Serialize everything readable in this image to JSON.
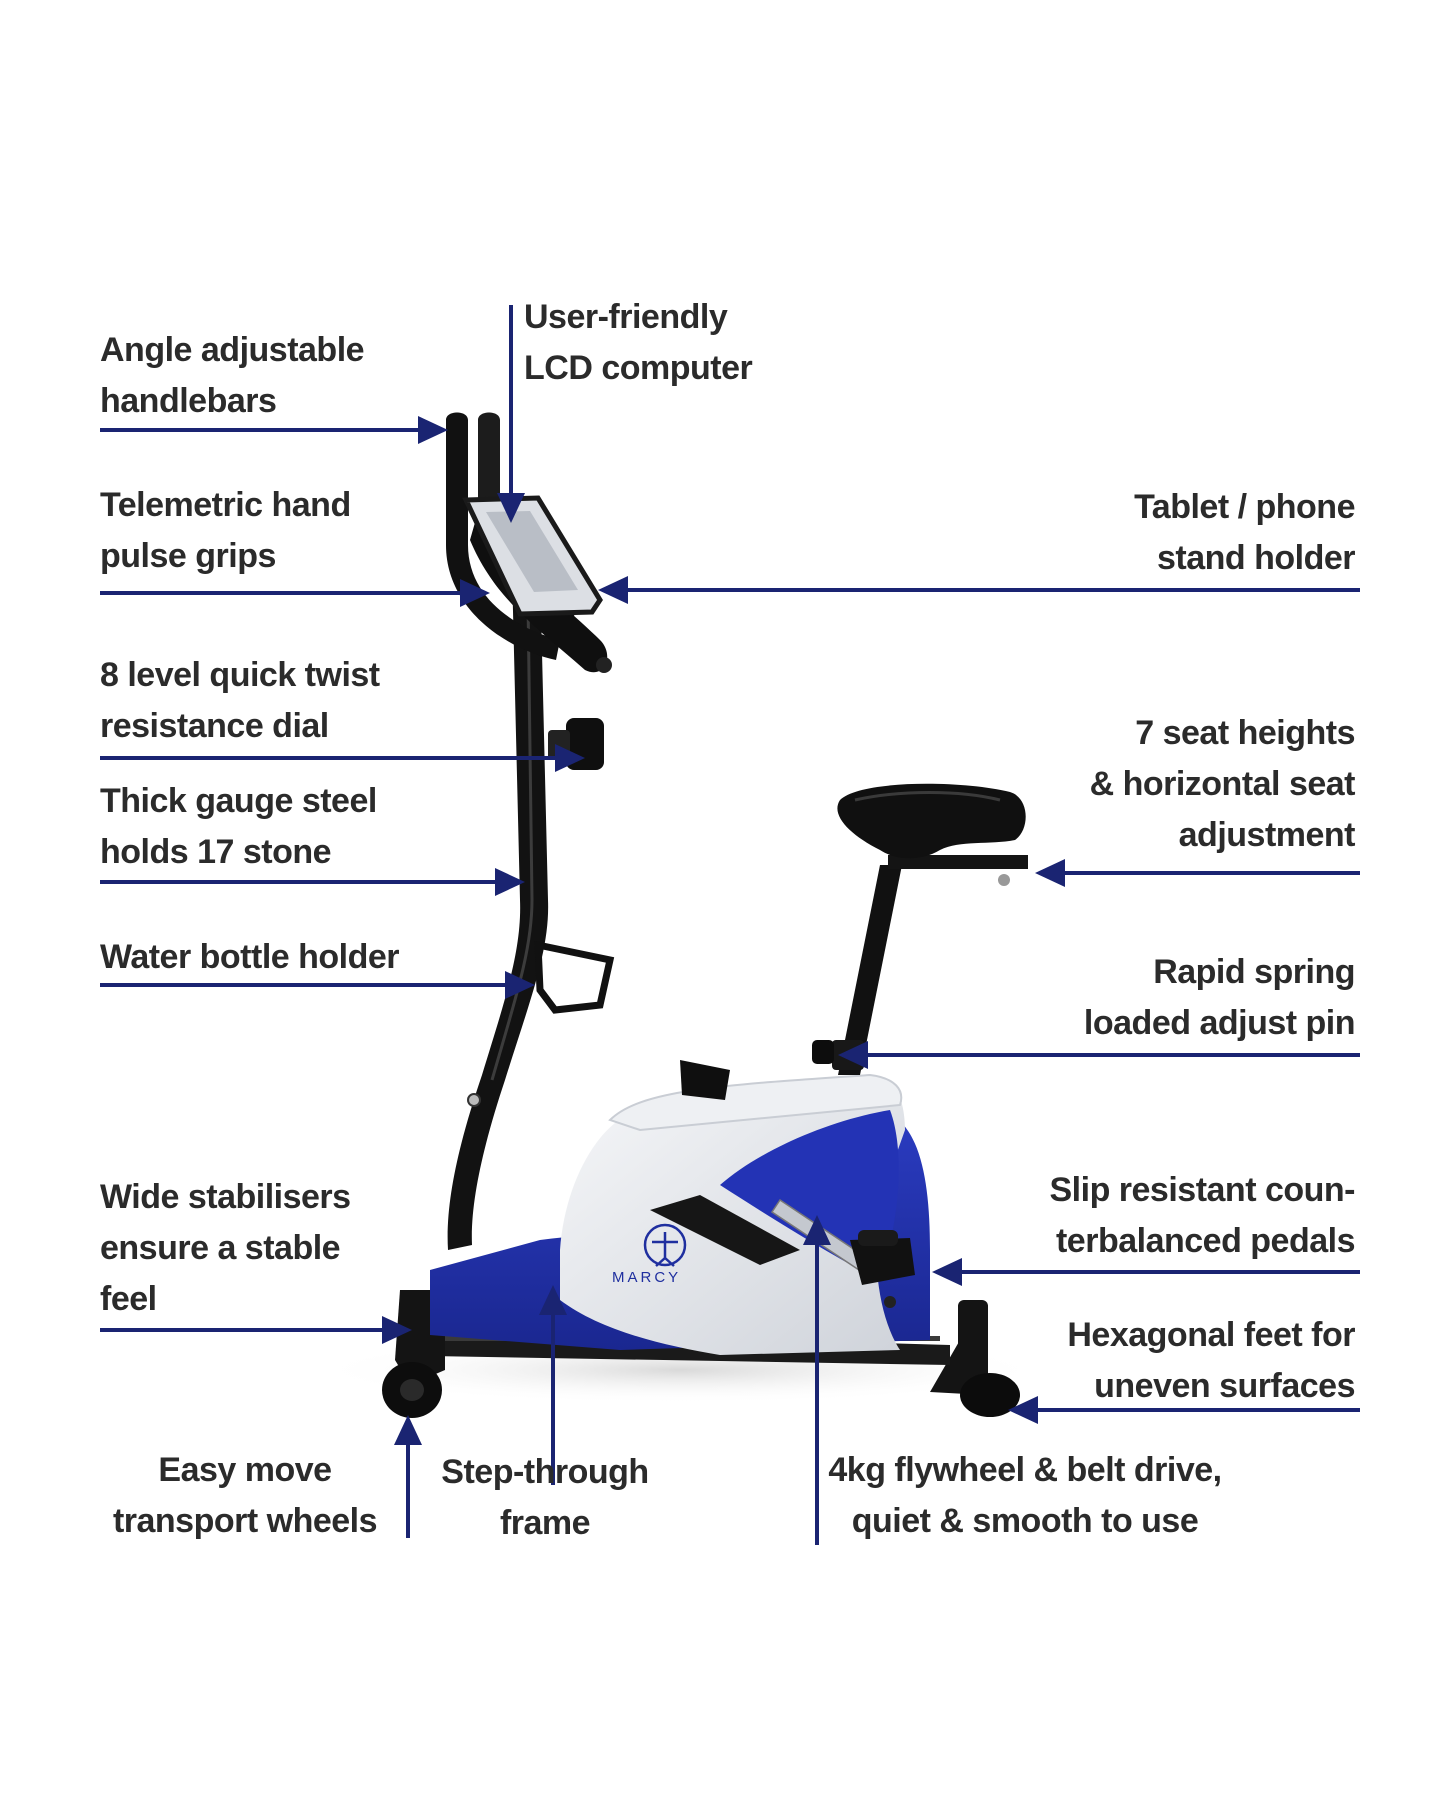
{
  "brand": {
    "logo_text": "MARCY"
  },
  "colors": {
    "arrow": "#1a2472",
    "label_text": "#2b2b2b",
    "accent_blue": "#1f2f9f",
    "frame_black": "#111111",
    "shroud_silver": "#e4e7ec"
  },
  "callouts": [
    {
      "id": "handlebars",
      "lines": [
        "Angle adjustable",
        "handlebars"
      ]
    },
    {
      "id": "lcd",
      "lines": [
        "User-friendly",
        "LCD computer"
      ]
    },
    {
      "id": "pulse",
      "lines": [
        "Telemetric hand",
        "pulse grips"
      ]
    },
    {
      "id": "tablet",
      "lines": [
        "Tablet / phone",
        "stand holder"
      ]
    },
    {
      "id": "dial",
      "lines": [
        "8 level quick twist",
        "resistance dial"
      ]
    },
    {
      "id": "seat",
      "lines": [
        "7 seat heights",
        "& horizontal seat",
        "adjustment"
      ]
    },
    {
      "id": "steel",
      "lines": [
        "Thick gauge steel",
        "holds 17 stone"
      ]
    },
    {
      "id": "bottle",
      "lines": [
        "Water bottle holder"
      ]
    },
    {
      "id": "pin",
      "lines": [
        "Rapid spring",
        "loaded adjust pin"
      ]
    },
    {
      "id": "stabilisers",
      "lines": [
        "Wide stabilisers",
        "ensure a stable",
        "feel"
      ]
    },
    {
      "id": "pedals",
      "lines": [
        "Slip resistant coun-",
        "terbalanced pedals"
      ]
    },
    {
      "id": "feet",
      "lines": [
        "Hexagonal feet for",
        "uneven surfaces"
      ]
    },
    {
      "id": "wheels",
      "lines": [
        "Easy move",
        "transport wheels"
      ]
    },
    {
      "id": "frame",
      "lines": [
        "Step-through",
        "frame"
      ]
    },
    {
      "id": "flywheel",
      "lines": [
        "4kg flywheel & belt drive,",
        "quiet & smooth to use"
      ]
    }
  ]
}
